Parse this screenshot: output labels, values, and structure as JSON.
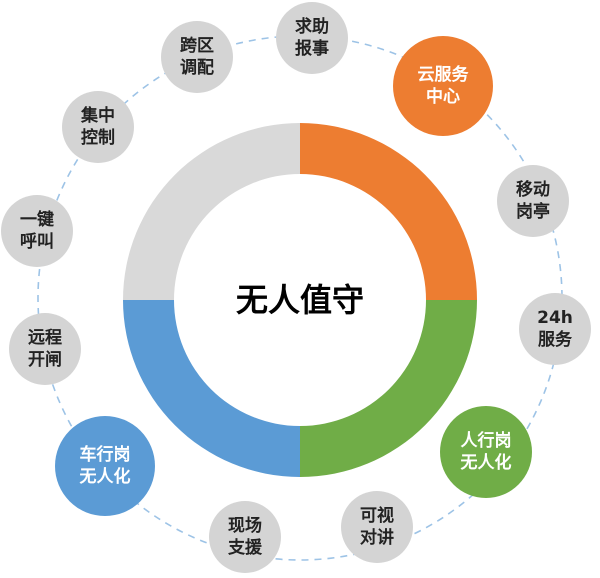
{
  "center": {
    "label": "无人值守"
  },
  "ring_segments": [
    {
      "name": "orange",
      "color": "#ED7D31"
    },
    {
      "name": "green",
      "color": "#70AD47"
    },
    {
      "name": "blue",
      "color": "#5B9BD5"
    },
    {
      "name": "gray",
      "color": "#D9D9D9"
    }
  ],
  "colors": {
    "node_gray": "#D4D4D4",
    "node_text_dark": "#222222",
    "node_text_light": "#FFFFFF",
    "dashed_ring": "#9DC3E6",
    "center_text": "#000000"
  },
  "nodes": [
    {
      "id": "qiuzhu",
      "lines": [
        "求助",
        "报事"
      ],
      "style": "gray"
    },
    {
      "id": "yunfuwu",
      "lines": [
        "云服务",
        "中心"
      ],
      "style": "orange"
    },
    {
      "id": "yidong",
      "lines": [
        "移动",
        "岗亭"
      ],
      "style": "gray"
    },
    {
      "id": "fuwu24",
      "lines": [
        "24h",
        "服务"
      ],
      "style": "gray"
    },
    {
      "id": "renxing",
      "lines": [
        "人行岗",
        "无人化"
      ],
      "style": "green"
    },
    {
      "id": "keshi",
      "lines": [
        "可视",
        "对讲"
      ],
      "style": "gray"
    },
    {
      "id": "xianchang",
      "lines": [
        "现场",
        "支援"
      ],
      "style": "gray"
    },
    {
      "id": "chexing",
      "lines": [
        "车行岗",
        "无人化"
      ],
      "style": "blue"
    },
    {
      "id": "yuancheng",
      "lines": [
        "远程",
        "开闸"
      ],
      "style": "gray"
    },
    {
      "id": "yijian",
      "lines": [
        "一键",
        "呼叫"
      ],
      "style": "gray"
    },
    {
      "id": "jizhong",
      "lines": [
        "集中",
        "控制"
      ],
      "style": "gray"
    },
    {
      "id": "kuaqu",
      "lines": [
        "跨区",
        "调配"
      ],
      "style": "gray"
    }
  ]
}
